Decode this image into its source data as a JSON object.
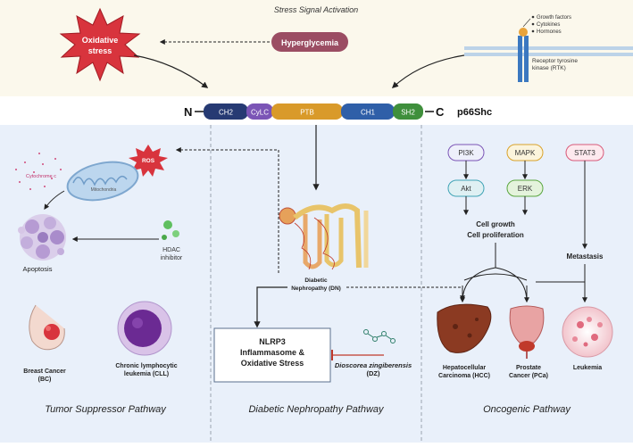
{
  "header": {
    "title": "Stress Signal Activation",
    "oxidative_stress": "Oxidative stress",
    "hyperglycemia": "Hyperglycemia",
    "receptor_signals": [
      "Growth factors",
      "Cytokines",
      "Hormones"
    ],
    "receptor_label": [
      "Receptor tyrosine",
      "kinase (RTK)"
    ]
  },
  "protein": {
    "n_terminal": "N",
    "c_terminal": "C",
    "name": "p66Shc",
    "domains": [
      "CH2",
      "CyLC",
      "PTB",
      "CH1",
      "SH2"
    ],
    "domain_colors": [
      "#263a73",
      "#7b55b6",
      "#d99a2a",
      "#2f5fa8",
      "#3f8f3c"
    ]
  },
  "tumor_suppressor": {
    "ros": "ROS",
    "cytochrome": "Cytochrome c",
    "mitochondria": "Mitochondria",
    "apoptosis": "Apoptosis",
    "hdac": [
      "HDAC",
      "inhibitor"
    ],
    "breast_cancer": [
      "Breast Cancer",
      "(BC)"
    ],
    "cll": [
      "Chronic lymphocytic",
      "leukemia (CLL)"
    ],
    "title": "Tumor Suppressor Pathway"
  },
  "diabetic": {
    "dn_label": [
      "Diabetic",
      "Nephropathy (DN)"
    ],
    "nlrp3": [
      "NLRP3",
      "Inflammasome &",
      "Oxidative Stress"
    ],
    "dz_name": "Dioscorea zingiberensis",
    "dz_abbr": "(DZ)",
    "title": "Diabetic Nephropathy Pathway"
  },
  "oncogenic": {
    "pi3k": "PI3K",
    "mapk": "MAPK",
    "stat3": "STAT3",
    "akt": "Akt",
    "erk": "ERK",
    "cell_growth": [
      "Cell growth",
      "Cell proliferation"
    ],
    "metastasis": "Metastasis",
    "hcc": [
      "Hepatocellular",
      "Carcinoma (HCC)"
    ],
    "prostate": [
      "Prostate",
      "Cancer (PCa)"
    ],
    "leukemia": "Leukemia",
    "title": "Oncogenic Pathway"
  },
  "colors": {
    "top_band": "#fbf8ec",
    "bottom_band": "#e9f0fa",
    "hyperglycemia": "#9b4d63",
    "oxidative": "#d8343d",
    "inhibit": "#c0392b"
  }
}
